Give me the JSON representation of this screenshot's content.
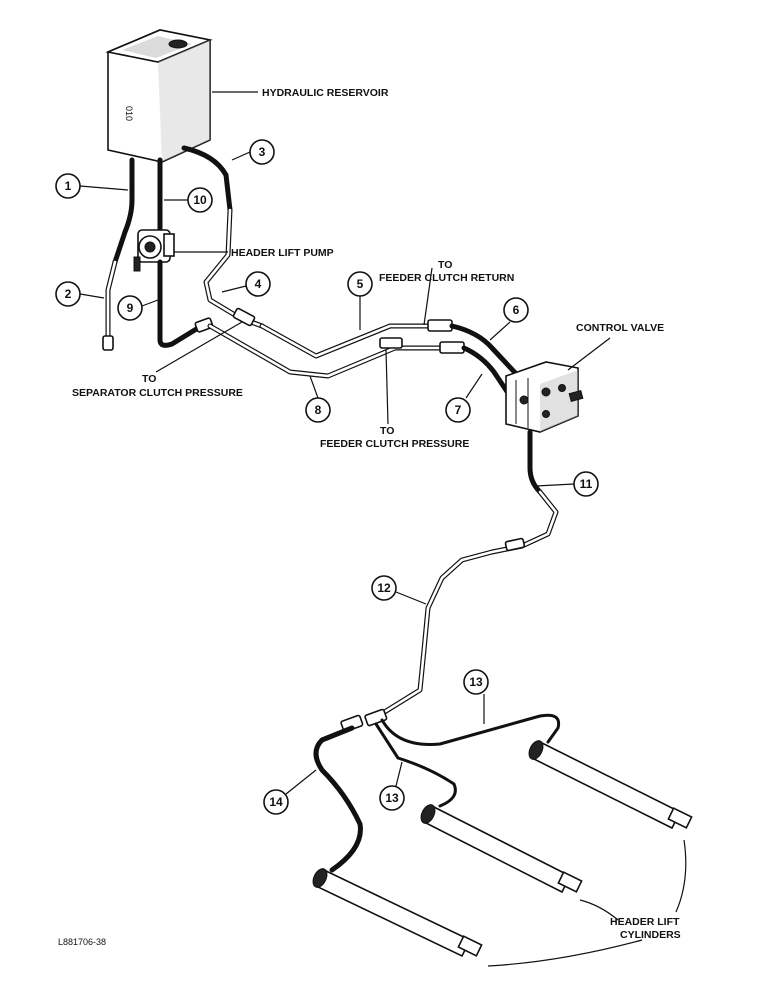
{
  "labels": {
    "hydraulic_reservoir": "HYDRAULIC RESERVOIR",
    "header_lift_pump": "HEADER LIFT PUMP",
    "to_feeder_clutch_return_line1": "TO",
    "to_feeder_clutch_return_line2": "FEEDER CLUTCH RETURN",
    "control_valve": "CONTROL VALVE",
    "to_separator_clutch_pressure_line1": "TO",
    "to_separator_clutch_pressure_line2": "SEPARATOR CLUTCH PRESSURE",
    "to_feeder_clutch_pressure_line1": "TO",
    "to_feeder_clutch_pressure_line2": "FEEDER CLUTCH PRESSURE",
    "header_lift_cylinders_line1": "HEADER LIFT",
    "header_lift_cylinders_line2": "CYLINDERS",
    "figure_id": "L881706-38",
    "reservoir_marking": "010"
  },
  "callouts": [
    "1",
    "2",
    "3",
    "4",
    "5",
    "6",
    "7",
    "8",
    "9",
    "10",
    "11",
    "12",
    "13",
    "13",
    "14"
  ]
}
